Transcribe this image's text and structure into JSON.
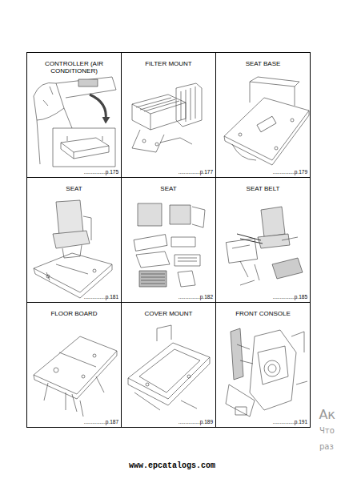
{
  "diagram": {
    "nodes": [
      {
        "text": [
          "CONTROLLER (AIR CONDITIONER)",
          "...............p.175"
        ]
      },
      {
        "text": [
          "FILTER MOUNT",
          "...............p.177"
        ]
      },
      {
        "text": [
          "SEAT BASE",
          "...............p.179"
        ]
      },
      {
        "text": [
          "SEAT",
          "...............p.181"
        ]
      },
      {
        "text": [
          "SEAT",
          "...............p.182"
        ]
      },
      {
        "text": [
          "SEAT BELT",
          "...............p.185"
        ]
      },
      {
        "text": [
          "FLOOR BOARD",
          "...............p.187"
        ]
      },
      {
        "text": [
          "COVER MOUNT",
          "...............p.189"
        ]
      },
      {
        "text": [
          "FRONT CONSOLE",
          "...............p.191"
        ]
      }
    ],
    "labels": [
      "www.epcatalogs.com",
      "Ак",
      "Что",
      "раз"
    ]
  }
}
